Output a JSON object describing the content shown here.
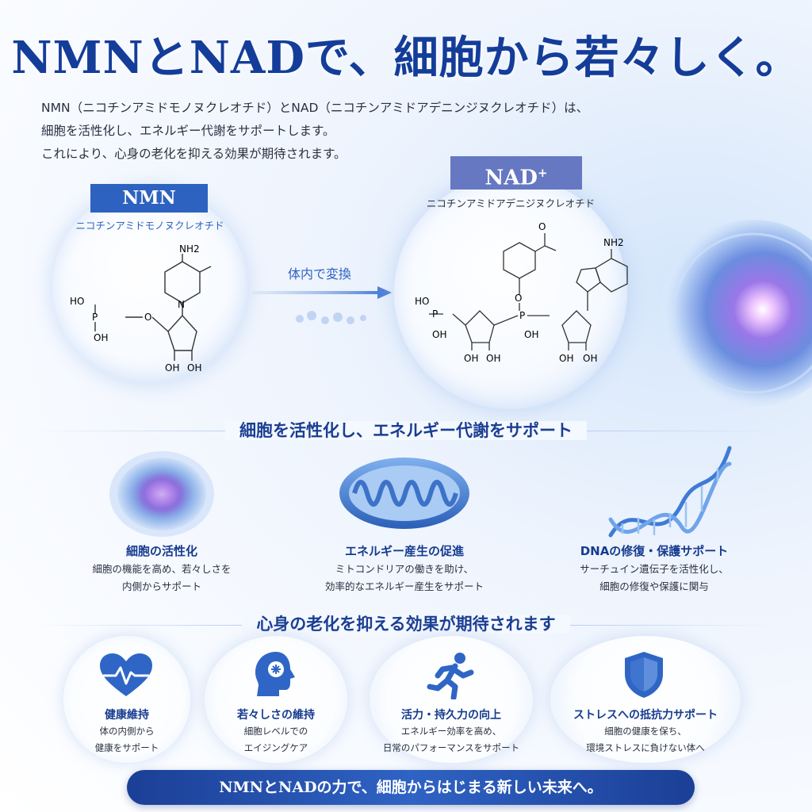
{
  "title": "NMNとNADで、細胞から若々しく。",
  "intro": {
    "line1": "NMN（ニコチンアミドモノヌクレオチド）とNAD（ニコチンアミドアデニンジヌクレオチド）は、",
    "line2": "細胞を活性化し、エネルギー代謝をサポートします。",
    "line3": "これにより、心身の老化を抑える効果が期待されます。"
  },
  "nmn": {
    "tag": "NMN",
    "name": "ニコチンアミドモノヌクレオチド"
  },
  "nad": {
    "tag": "NAD",
    "superscript": "+",
    "name": "ニコチンアミドアデニジヌクレオチド"
  },
  "conversion_label": "体内で変換",
  "molecule_labels": {
    "nh2": "NH2",
    "oh": "OH",
    "ho": "HO",
    "p": "P",
    "o": "O",
    "n": "N"
  },
  "section1": {
    "heading": "細胞を活性化し、エネルギー代謝をサポート",
    "features": [
      {
        "title": "細胞の活性化",
        "line1": "細胞の機能を高め、若々しさを",
        "line2": "内側からサポート",
        "icon": "cell-icon"
      },
      {
        "title": "エネルギー産生の促進",
        "line1": "ミトコンドリアの働きを助け、",
        "line2": "効率的なエネルギー産生をサポート",
        "icon": "mitochondria-icon"
      },
      {
        "title": "DNAの修復・保護サポート",
        "line1": "サーチュイン遺伝子を活性化し、",
        "line2": "細胞の修復や保護に関与",
        "icon": "dna-icon"
      }
    ]
  },
  "section2": {
    "heading": "心身の老化を抑える効果が期待されます",
    "cards": [
      {
        "title": "健康維持",
        "line1": "体の内側から",
        "line2": "健康をサポート",
        "icon": "heart-pulse-icon"
      },
      {
        "title": "若々しさの維持",
        "line1": "細胞レベルでの",
        "line2": "エイジングケア",
        "icon": "head-brain-icon"
      },
      {
        "title": "活力・持久力の向上",
        "line1": "エネルギー効率を高め、",
        "line2": "日常のパフォーマンスをサポート",
        "icon": "running-person-icon"
      },
      {
        "title": "ストレスへの抵抗力サポート",
        "line1": "細胞の健康を保ち、",
        "line2": "環境ストレスに負けない体へ",
        "icon": "shield-icon"
      }
    ]
  },
  "footer": "NMNとNADの力で、細胞からはじまる新しい未来へ。",
  "colors": {
    "navy": "#143d9a",
    "accent_blue": "#2f63c4",
    "tag_blue": "#2e62c0",
    "tag_purple": "#6678c2",
    "icon_blue": "#2f66c6"
  }
}
